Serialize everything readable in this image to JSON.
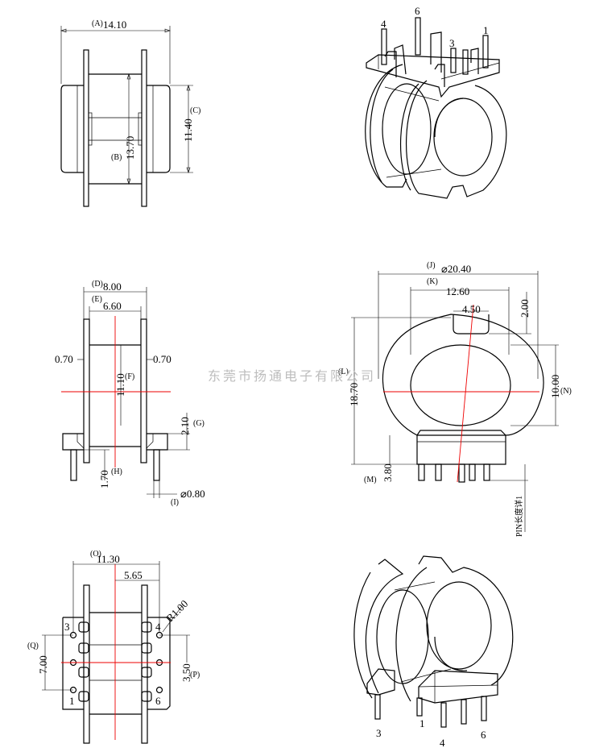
{
  "watermark": "东莞市扬通电子有限公司",
  "view_top_left": {
    "A_tag": "(A)",
    "A_val": "14.10",
    "B_tag": "(B)",
    "B_val": "13.70",
    "C_tag": "(C)",
    "C_val": "11.40"
  },
  "view_mid_left": {
    "D_tag": "(D)",
    "D_val": "8.00",
    "E_tag": "(E)",
    "E_val": "6.60",
    "left_wall": "0.70",
    "right_wall": "0.70",
    "F_tag": "(F)",
    "F_val": "11.10",
    "G_tag": "(G)",
    "G_val": "2.10",
    "H_tag": "(H)",
    "H_val": "1.70",
    "I_tag": "(I)",
    "I_val": "⌀0.80"
  },
  "view_mid_right": {
    "J_tag": "(J)",
    "J_val": "⌀20.40",
    "K_tag": "(K)",
    "K_val": "12.60",
    "slot_val": "4.50",
    "slot_h_val": "2.00",
    "L_tag": "(L)",
    "L_val": "18.70",
    "N_tag": "(N)",
    "N_val": "10.00",
    "M_tag": "(M)",
    "M_val": "3.80",
    "pin_label": "PIN长度详1"
  },
  "view_bottom_left": {
    "O_tag": "(O)",
    "O_val": "11.30",
    "half_val": "5.65",
    "R_val": "R1.00",
    "Q_tag": "(Q)",
    "Q_val": "7.00",
    "P_tag": "(P)",
    "P_val": "3.50",
    "pins": [
      "3",
      "4",
      "1",
      "6"
    ]
  },
  "view_top_right": {
    "pins": [
      "4",
      "6",
      "3",
      "1"
    ]
  },
  "view_bottom_right": {
    "pins": [
      "3",
      "1",
      "4",
      "6"
    ]
  }
}
